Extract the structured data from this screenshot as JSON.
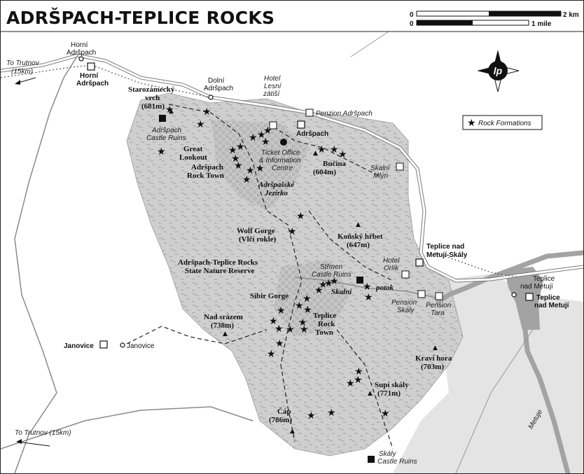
{
  "title": "ADRŠPACH-TEPLICE ROCKS",
  "scale": {
    "km_start": "0",
    "km_end": "2 km",
    "mile_start": "0",
    "mile_end": "1 mile"
  },
  "legend": {
    "rock_formations": "Rock Formations"
  },
  "compass": {
    "logo": "lp"
  },
  "directions": {
    "trutnov_top_1": "To Trutnov",
    "trutnov_top_2": "(15km)",
    "trutnov_bottom": "To Trutnov (15km)"
  },
  "places": {
    "horni_adrspach_village_1": "Horní",
    "horni_adrspach_village_2": "Adršpach",
    "horni_adrspach_station_1": "Horní",
    "horni_adrspach_station_2": "Adršpach",
    "dolni_adrspach_1": "Dolní",
    "dolni_adrspach_2": "Adršpach",
    "adrspach_station": "Adršpach",
    "janovice_station": "Janovice",
    "janovice_village": "Janovice",
    "teplice_station_1": "Teplice nad",
    "teplice_station_2": "Metují-Skály",
    "teplice_town_1": "Teplice",
    "teplice_town_2": "nad Metují",
    "teplice_town_station_1": "Teplice",
    "teplice_town_station_2": "nad Metují"
  },
  "accommodation": {
    "hotel_lesni_1": "Hotel",
    "hotel_lesni_2": "Lesní",
    "hotel_lesni_3": "zátiší",
    "penzion_adrspach": "Penzion Adršpach",
    "skalni_mlyn_1": "Skalní",
    "skalni_mlyn_2": "Mlýn",
    "hotel_orlik_1": "Hotel",
    "hotel_orlik_2": "Orlík",
    "pension_skaly_1": "Pension",
    "pension_skaly_2": "Skály",
    "pension_tara_1": "Pension",
    "pension_tara_2": "Tara"
  },
  "peaks": {
    "starozamecky_1": "Starozámecký",
    "starozamecky_2": "vrch",
    "starozamecky_3": "(681m)",
    "bucina_1": "Bučina",
    "bucina_2": "(604m)",
    "konsky_1": "Koňský hřbet",
    "konsky_2": "(647m)",
    "nad_srazem_1": "Nad srázem",
    "nad_srazem_2": "(738m)",
    "krava_1": "Kraví hora",
    "krava_2": "(703m)",
    "supi_1": "Supí skály",
    "supi_2": "(771m)",
    "cap_1": "Čáp",
    "cap_2": "(786m)"
  },
  "features": {
    "adrspach_castle_1": "Adršpach",
    "adrspach_castle_2": "Castle Ruins",
    "great_lookout_1": "Great",
    "great_lookout_2": "Lookout",
    "adrspach_rock_town_1": "Adršpach",
    "adrspach_rock_town_2": "Rock Town",
    "ticket_office_1": "Ticket Office",
    "ticket_office_2": "& Information",
    "ticket_office_3": "Centre",
    "jezirko_1": "Adršpašské",
    "jezirko_2": "Jezírko",
    "wolf_gorge_1": "Wolf Gorge",
    "wolf_gorge_2": "(Vlčí rokle)",
    "reserve_1": "Adršpach-Teplice Rocks",
    "reserve_2": "State Nature Reserve",
    "stremen_1": "Střmen",
    "stremen_2": "Castle Ruins",
    "skalni_potok_1": "Skalní",
    "skalni_potok_2": "potok",
    "sibir_gorge": "Sibir Gorge",
    "teplice_rock_town_1": "Teplice",
    "teplice_rock_town_2": "Rock",
    "teplice_rock_town_3": "Town",
    "skaly_castle_1": "Skály",
    "skaly_castle_2": "Castle Ruins",
    "metuje": "Metuje"
  },
  "colors": {
    "reserve_fill": "#cfcfcf",
    "reserve_inner": "#b9b9b9",
    "river": "#a3a3a3",
    "road": "#ffffff",
    "road_casing": "#7a7a7a",
    "ink": "#111111"
  },
  "icons": {
    "rock_formation": "star-icon",
    "peak": "triangle-icon",
    "station": "train-station-icon",
    "lodging": "house-icon",
    "castle": "castle-ruins-icon",
    "info": "info-icon"
  }
}
